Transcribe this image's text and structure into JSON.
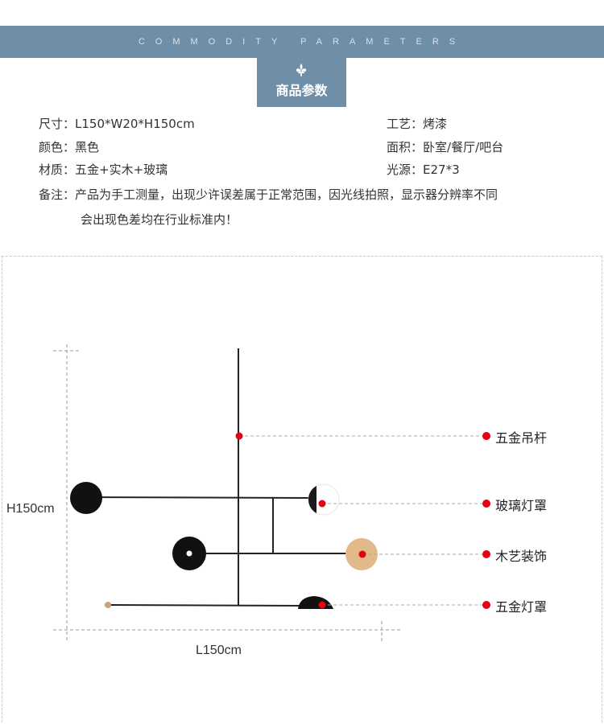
{
  "header": {
    "subtitle": "COMMODITY PARAMETERS",
    "title": "商品参数",
    "icon": "fleur-de-lis-icon",
    "band_color": "#6f8ea8"
  },
  "params": {
    "size_label": "尺寸：",
    "size_value": "L150*W20*H150cm",
    "color_label": "颜色：",
    "color_value": "黑色",
    "material_label": "材质：",
    "material_value": "五金+实木+玻璃",
    "craft_label": "工艺：",
    "craft_value": "烤漆",
    "area_label": "面积：",
    "area_value": "卧室/餐厅/吧台",
    "light_label": "光源：",
    "light_value": "E27*3",
    "note_label": "备注：",
    "note_line1": "产品为手工测量，出现少许误差属于正常范围，因光线拍照，显示器分辨率不同",
    "note_line2": "会出现色差均在行业标准内！"
  },
  "diagram": {
    "height_label": "H150cm",
    "length_label": "L150cm",
    "callouts": [
      "五金吊杆",
      "玻璃灯罩",
      "木艺装饰",
      "五金灯罩"
    ],
    "marker_color": "#e60012",
    "wood_color": "#e2b98b"
  }
}
